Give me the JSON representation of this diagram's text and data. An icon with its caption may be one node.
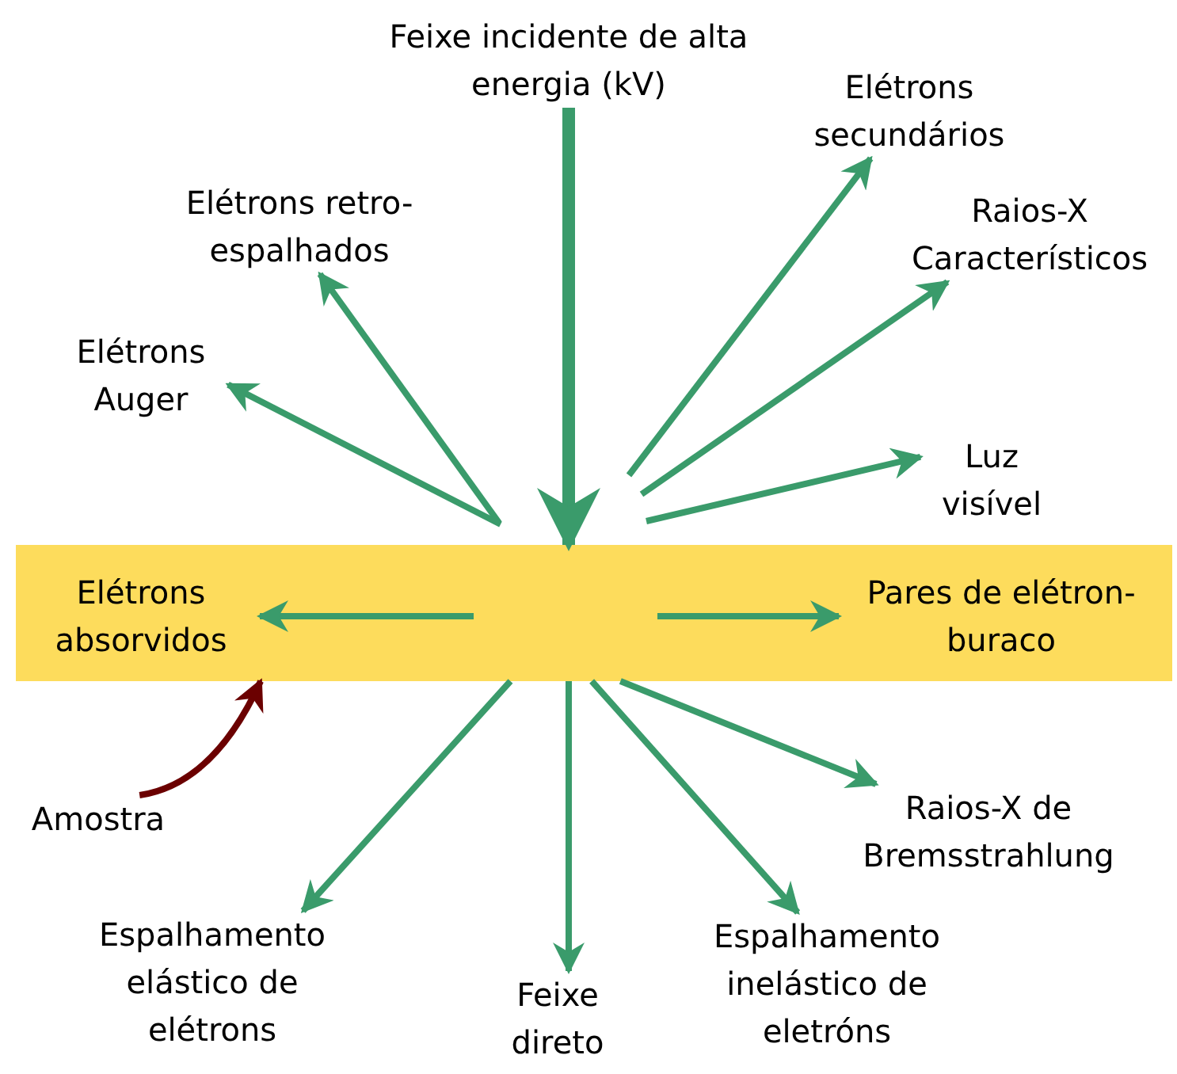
{
  "diagram": {
    "nodes": [
      {
        "text": [
          "Feixe incidente de alta energia (kV)"
        ]
      },
      {
        "text": [
          "Elétrons secundários"
        ]
      },
      {
        "text": [
          "Raios-X Característicos"
        ]
      },
      {
        "text": [
          "Elétrons retro-espalhados"
        ]
      },
      {
        "text": [
          "Elétrons Auger"
        ]
      },
      {
        "text": [
          "Luz visível"
        ]
      },
      {
        "text": [],
        "shape": "bar"
      },
      {
        "text": [
          "Elétrons absorvidos"
        ],
        "in": 6
      },
      {
        "text": [
          "Pares de elétron-buraco"
        ],
        "in": 6
      },
      {
        "text": [
          "Amostra"
        ]
      },
      {
        "text": [
          "Raios-X de Bremsstrahlung"
        ]
      },
      {
        "text": [
          "Espalhamento elástico de elétrons"
        ]
      },
      {
        "text": [
          "Feixe direto"
        ]
      },
      {
        "text": [
          "Espalhamento inelástico de eletróns"
        ]
      }
    ],
    "edges": [
      {
        "from": 0,
        "to": 6,
        "arrow": "to",
        "style": "thick"
      },
      {
        "from": null,
        "to": 1,
        "arrow": "to"
      },
      {
        "from": null,
        "to": 2,
        "arrow": "to"
      },
      {
        "from": null,
        "to": 3,
        "arrow": "to"
      },
      {
        "from": null,
        "to": 4,
        "arrow": "to"
      },
      {
        "from": null,
        "to": 5,
        "arrow": "to"
      },
      {
        "from": null,
        "to": 7,
        "arrow": "to"
      },
      {
        "from": null,
        "to": 8,
        "arrow": "to"
      },
      {
        "from": 9,
        "to": 6,
        "arrow": "to",
        "color": "#6b0000"
      },
      {
        "from": 6,
        "to": 10,
        "arrow": "to"
      },
      {
        "from": 6,
        "to": 11,
        "arrow": "to"
      },
      {
        "from": 6,
        "to": 12,
        "arrow": "to"
      },
      {
        "from": 6,
        "to": 13,
        "arrow": "to"
      }
    ]
  }
}
